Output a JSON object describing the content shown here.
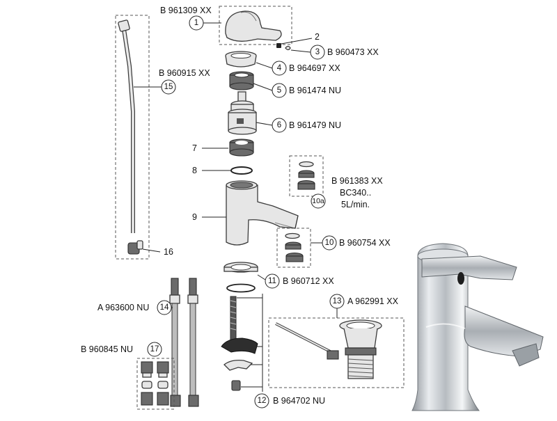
{
  "references": {
    "handle": "B 961309 XX",
    "screw": "B 960473 XX",
    "cap": "B 964697 XX",
    "nut": "B 961474 NU",
    "cartridge": "B 961479 NU",
    "rod": "B 960915 XX",
    "aerator_set": "B 961383 XX",
    "aerator_code": "BC340..",
    "aerator_flow": "5L/min.",
    "aerator": "B 960754 XX",
    "base_seal": "B 960712 XX",
    "waste": "A 962991 XX",
    "flex_hoses": "A 963600 NU",
    "adapters": "B 960845 NU",
    "fixing_kit": "B 964702 NU"
  },
  "part_numbers": {
    "p1": "1",
    "p2": "2",
    "p3": "3",
    "p4": "4",
    "p5": "5",
    "p6": "6",
    "p7": "7",
    "p8": "8",
    "p9": "9",
    "p10": "10",
    "p10a": "10a",
    "p11": "11",
    "p12": "12",
    "p13": "13",
    "p14": "14",
    "p15": "15",
    "p16": "16",
    "p17": "17"
  },
  "colors": {
    "line": "#222222",
    "part_fill": "#e6e6e6",
    "dark_part": "#6b6b6b",
    "chrome": "#c9cdd1"
  }
}
